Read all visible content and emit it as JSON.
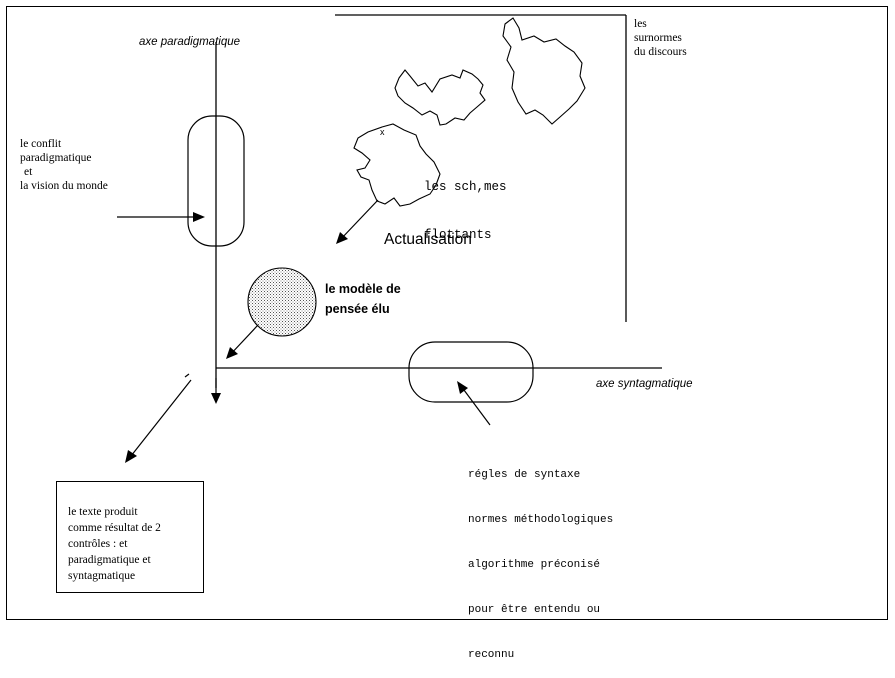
{
  "diagram": {
    "axe_paradigmatique": "axe paradigmatique",
    "axe_syntagmatique": "axe syntagmatique",
    "surnormes": [
      "les",
      "surnormes",
      "du discours"
    ],
    "conflit": [
      "le conflit",
      "paradigmatique",
      "et",
      "la vision du monde"
    ],
    "schemes": [
      "les sch,mes",
      "flottants"
    ],
    "actualisation": "Actualisation",
    "modele": [
      "le modèle de",
      "pensée élu"
    ],
    "regles": [
      "régles de syntaxe",
      "normes méthodologiques",
      "algorithme préconisé",
      "pour être entendu ou",
      "reconnu"
    ],
    "texte_produit": [
      "le texte produit",
      "comme résultat de 2",
      "contrôles : et",
      "paradigmatique et",
      "syntagmatique"
    ]
  }
}
